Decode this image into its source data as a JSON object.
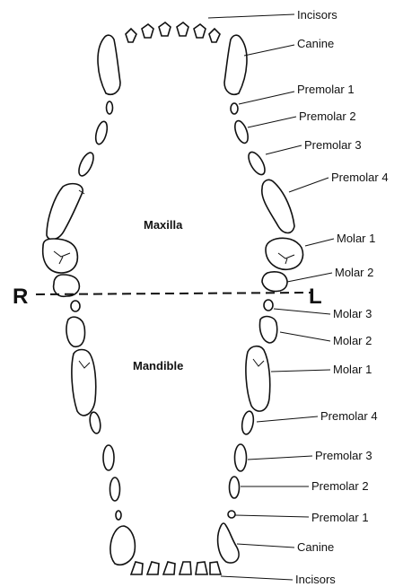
{
  "jaws": {
    "upper": "Maxilla",
    "lower": "Mandible"
  },
  "sides": {
    "right": "R",
    "left": "L"
  },
  "upper_labels": {
    "incisors": "Incisors",
    "canine": "Canine",
    "premolar1": "Premolar 1",
    "premolar2": "Premolar 2",
    "premolar3": "Premolar 3",
    "premolar4": "Premolar 4",
    "molar1": "Molar 1",
    "molar2": "Molar 2"
  },
  "lower_labels": {
    "molar3": "Molar 3",
    "molar2": "Molar 2",
    "molar1": "Molar 1",
    "premolar4": "Premolar 4",
    "premolar3": "Premolar 3",
    "premolar2": "Premolar 2",
    "premolar1": "Premolar 1",
    "canine": "Canine",
    "incisors": "Incisors"
  }
}
